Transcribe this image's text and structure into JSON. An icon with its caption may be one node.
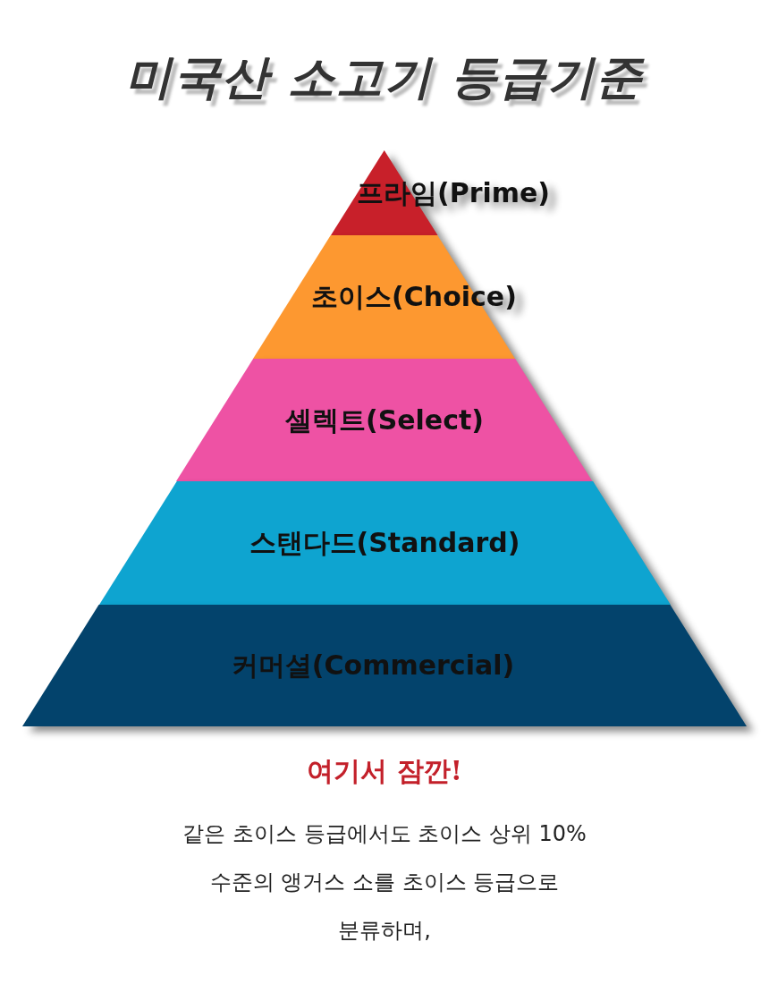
{
  "diagram": {
    "title": "미국산 소고기 등급기준",
    "nodes": [
      {
        "text": [
          "프라임(Prime)"
        ]
      },
      {
        "text": [
          "초이스(Choice)"
        ]
      },
      {
        "text": [
          "셀렉트(Select)"
        ]
      },
      {
        "text": [
          "스탠다드(Standard)"
        ]
      },
      {
        "text": [
          "커머셜(Commercial)"
        ]
      }
    ],
    "labels": [
      "여기서 잠깐!",
      "같은 초이스 등급에서도 초이스 상위  10% 수준의 앵거스 소를 초이스 등급으로 분류하며,"
    ]
  }
}
